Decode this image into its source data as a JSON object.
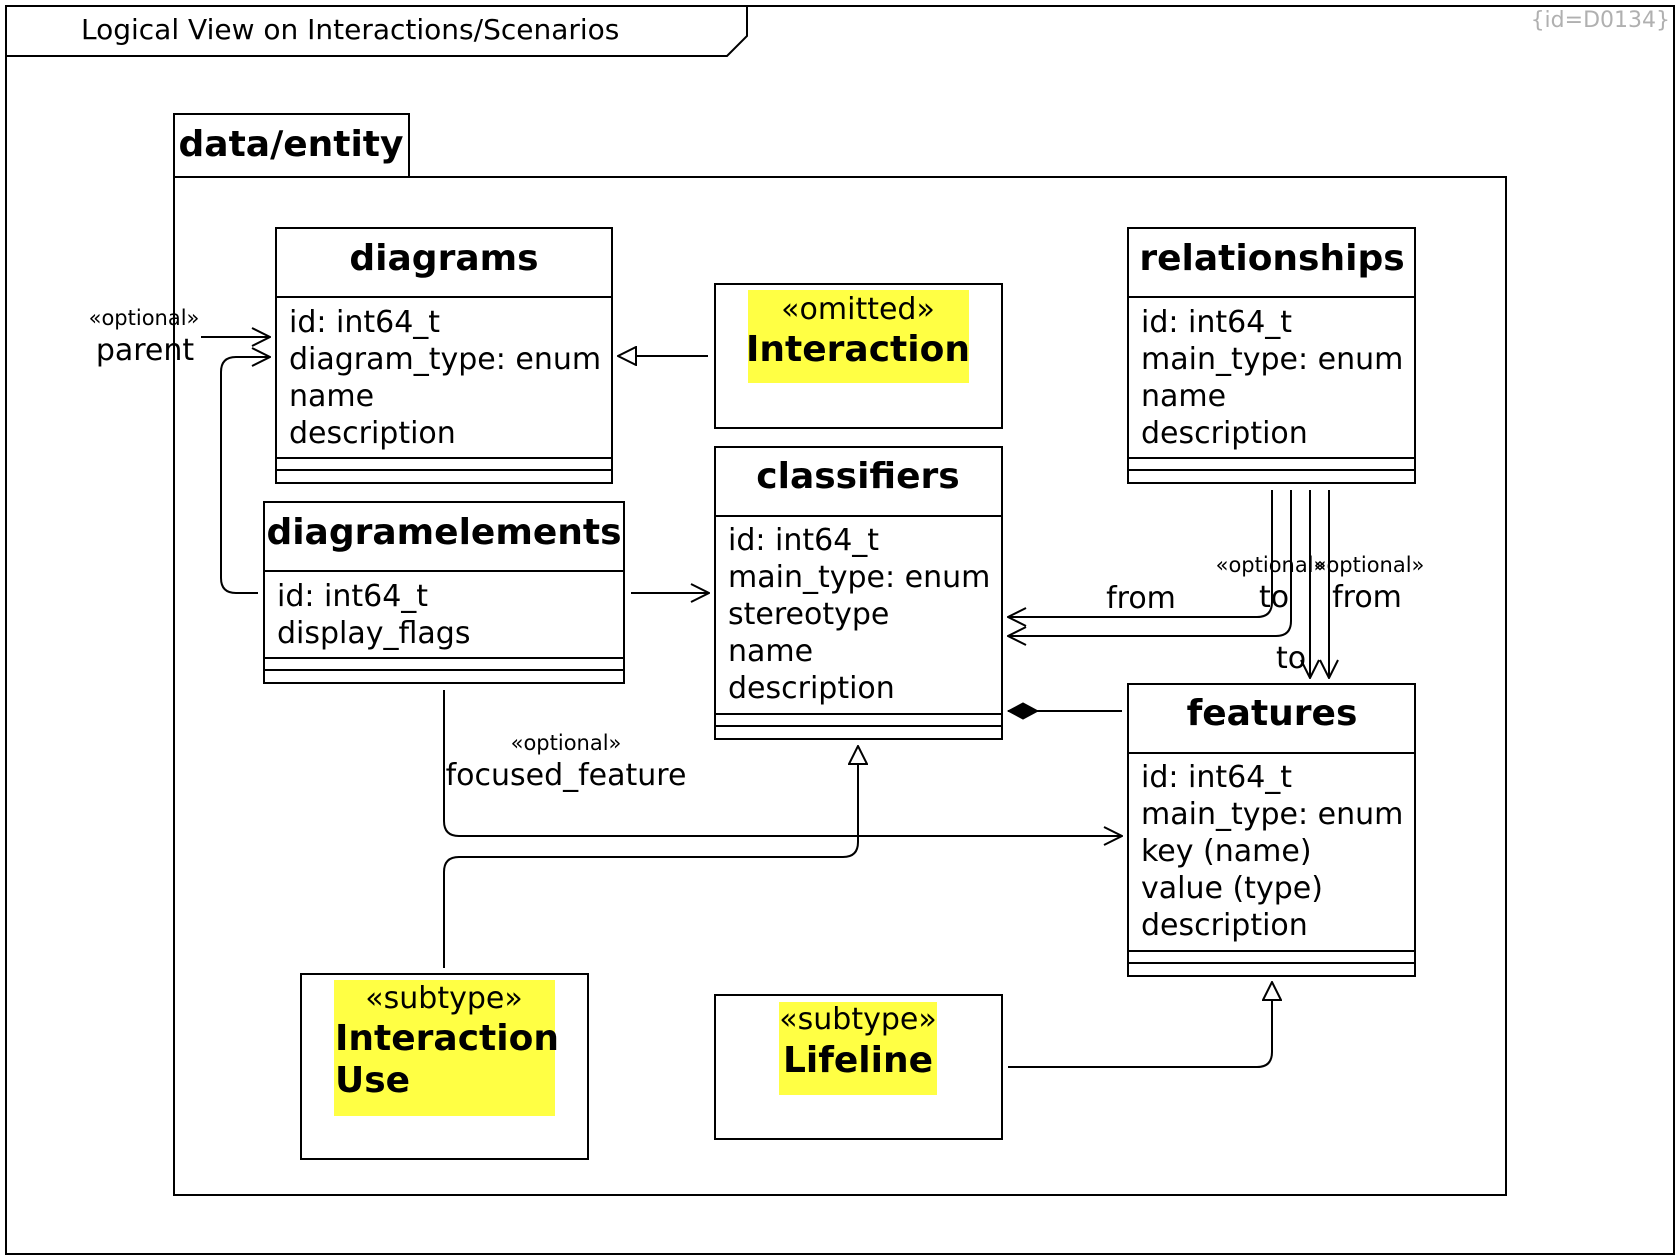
{
  "frame": {
    "title": "Logical View on Interactions/Scenarios",
    "id_label": "{id=D0134}"
  },
  "package": {
    "name": "data/entity"
  },
  "classes": {
    "diagrams": {
      "name": "diagrams",
      "attributes": [
        "id: int64_t",
        "diagram_type: enum",
        "name",
        "description"
      ]
    },
    "diagramelements": {
      "name": "diagramelements",
      "attributes": [
        "id: int64_t",
        "display_flags"
      ]
    },
    "classifiers": {
      "name": "classifiers",
      "attributes": [
        "id: int64_t",
        "main_type: enum",
        "stereotype",
        "name",
        "description"
      ]
    },
    "relationships": {
      "name": "relationships",
      "attributes": [
        "id: int64_t",
        "main_type: enum",
        "name",
        "description"
      ]
    },
    "features": {
      "name": "features",
      "attributes": [
        "id: int64_t",
        "main_type: enum",
        "key (name)",
        "value (type)",
        "description"
      ]
    }
  },
  "notes": {
    "interaction": {
      "stereotype": "«omitted»",
      "name": "Interaction",
      "color": "#ffff44"
    },
    "interaction_use": {
      "stereotype": "«subtype»",
      "name_lines": [
        "Interaction",
        "Use"
      ],
      "color": "#ffff44"
    },
    "lifeline": {
      "stereotype": "«subtype»",
      "name": "Lifeline",
      "color": "#ffff44"
    }
  },
  "labels": {
    "parent_stereo": "«optional»",
    "parent": "parent",
    "focused_stereo": "«optional»",
    "focused_feature": "focused_feature",
    "rel_from_left": "from",
    "rel_to_stereo": "«optional»",
    "rel_to_upper": "to",
    "rel_from_stereo": "«optional»",
    "rel_from_right": "from",
    "rel_to_lower": "to"
  }
}
